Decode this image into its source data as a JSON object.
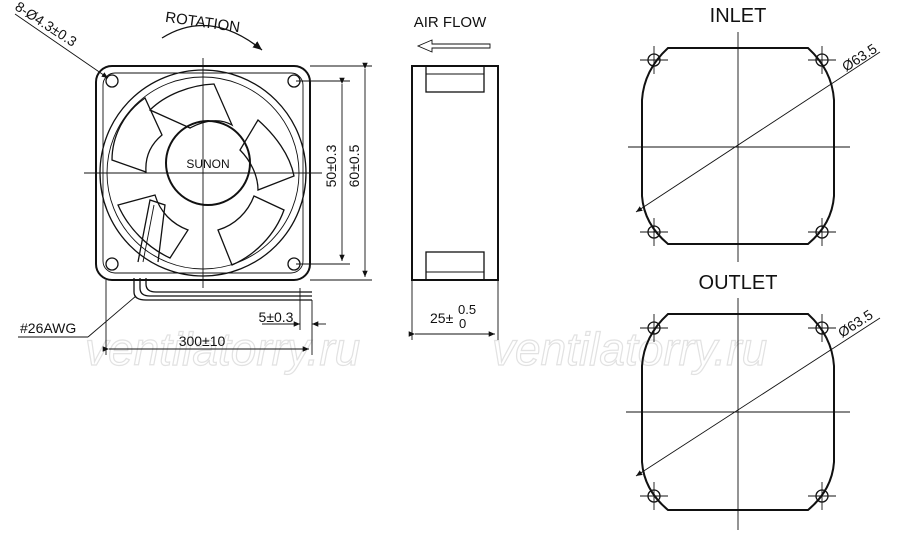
{
  "labels": {
    "rotation": "ROTATION",
    "holes": "8-Ø4.3±0.3",
    "air_flow": "AIR FLOW",
    "brand": "SUNON",
    "dim_50": "50±0.3",
    "dim_60": "60±0.5",
    "wire_gauge": "#26AWG",
    "strip_length": "5±0.3",
    "lead_length": "300±10",
    "depth_base": "25±",
    "depth_upper": "0.5",
    "depth_lower": "0",
    "inlet": "INLET",
    "outlet": "OUTLET",
    "inlet_dia": "Ø63.5",
    "outlet_dia": "Ø63.5"
  },
  "watermark": {
    "left": "ventilatorry.ru",
    "right": "ventilatorry.ru"
  },
  "colors": {
    "line": "#111111",
    "watermark": "#e2e2e2",
    "background": "#ffffff"
  }
}
